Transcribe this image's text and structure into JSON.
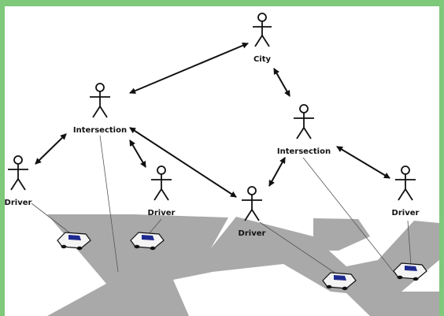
{
  "colors": {
    "frame": "#7ec97a",
    "road": "#a9a9a9",
    "car_body": "#f4f4f4",
    "car_window": "#1f2a8f"
  },
  "nodes": {
    "city": {
      "label": "City"
    },
    "intersection_left": {
      "label": "Intersection"
    },
    "intersection_right": {
      "label": "Intersection"
    },
    "driver_far_left": {
      "label": "Driver"
    },
    "driver_left": {
      "label": "Driver"
    },
    "driver_middle": {
      "label": "Driver"
    },
    "driver_right": {
      "label": "Driver"
    }
  }
}
